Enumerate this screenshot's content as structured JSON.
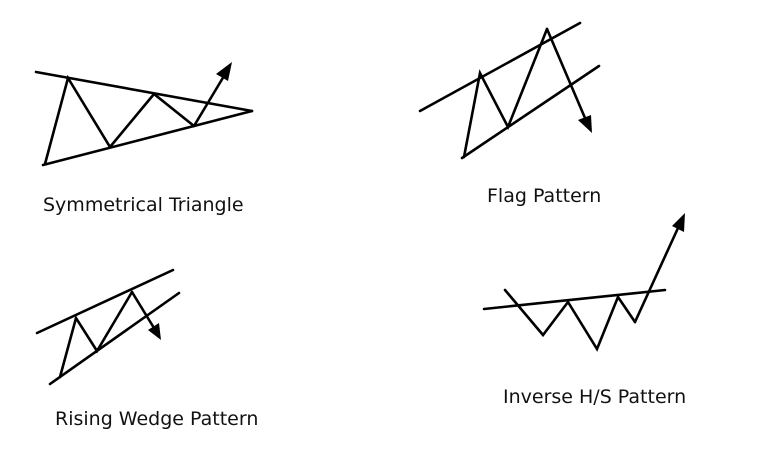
{
  "patterns": {
    "symmetrical_triangle": {
      "label": "Symmetrical Triangle"
    },
    "flag": {
      "label": "Flag Pattern"
    },
    "rising_wedge": {
      "label": "Rising Wedge Pattern"
    },
    "inverse_hs": {
      "label": "Inverse H/S Pattern"
    }
  },
  "colors": {
    "stroke": "#000000",
    "text": "#111111",
    "background": "#ffffff"
  }
}
